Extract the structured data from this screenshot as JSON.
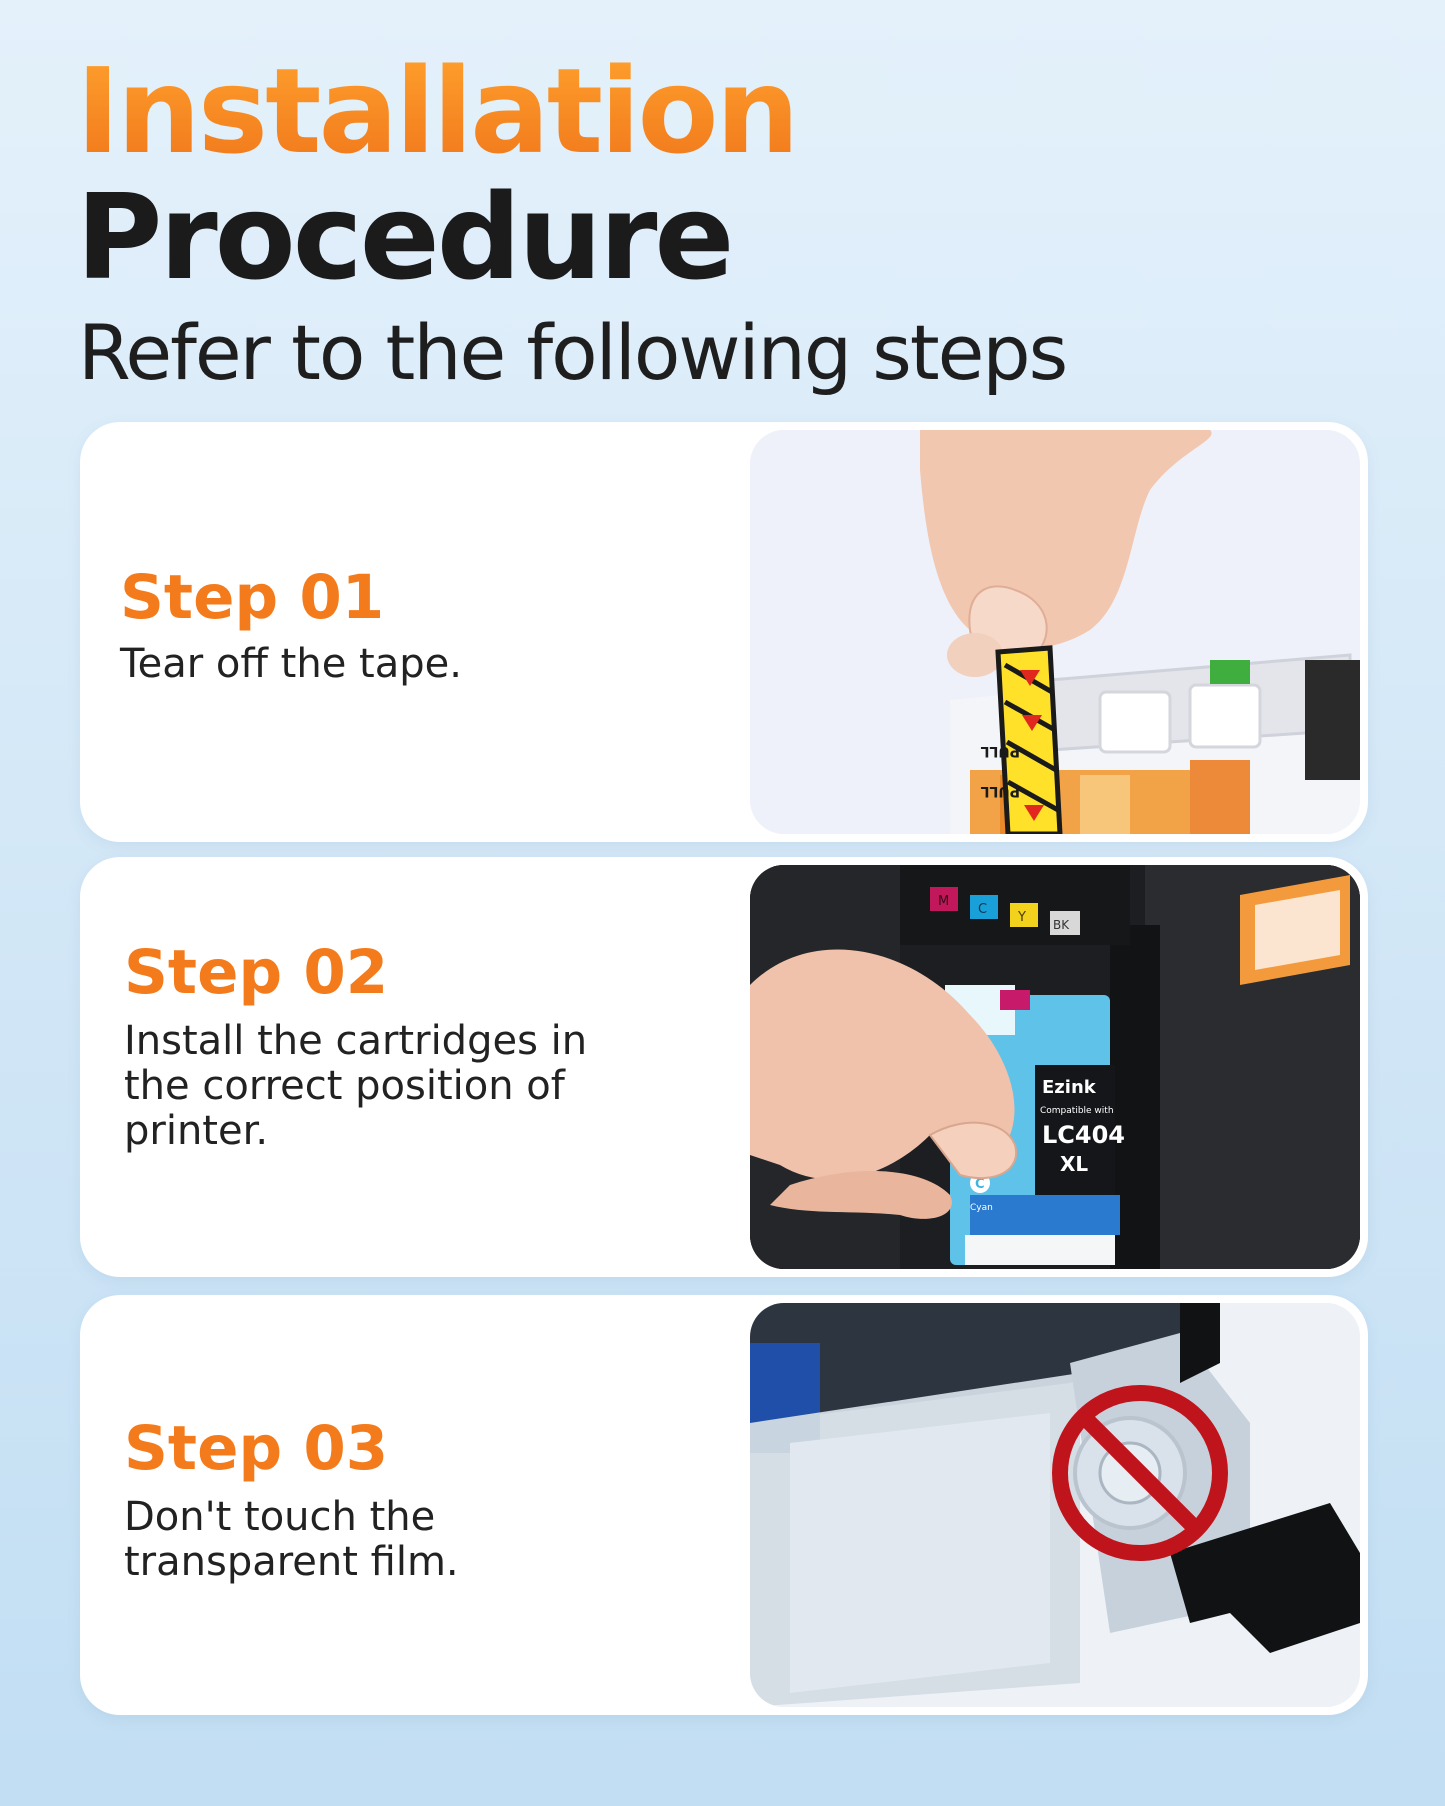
{
  "header": {
    "title_line1": "Installation",
    "title_line2": "Procedure",
    "subtitle": "Refer to the following steps"
  },
  "steps": [
    {
      "title": "Step 01",
      "description": "Tear off the tape.",
      "tape_label": "PULL"
    },
    {
      "title": "Step 02",
      "description": "Install the cartridges in\nthe correct position of\nprinter.",
      "slot_labels": [
        "M",
        "C",
        "Y",
        "BK"
      ],
      "cartridge_brand": "Ezink",
      "cartridge_compat": "Compatible with",
      "cartridge_model": "LC404",
      "cartridge_size": "XL",
      "cartridge_color_letter": "C",
      "cartridge_color_name": "Cyan"
    },
    {
      "title": "Step 03",
      "description": "Don't touch the\ntransparent film."
    }
  ],
  "colors": {
    "accent_orange": "#f47b1c",
    "text_dark": "#1b1b1b",
    "background_top": "#e4f1fb",
    "background_bottom": "#c2def3",
    "prohibit_red": "#c0141c",
    "cyan_ink": "#3fb4e0"
  },
  "icons": [
    "pull-arrow-icon",
    "prohibited-icon"
  ]
}
